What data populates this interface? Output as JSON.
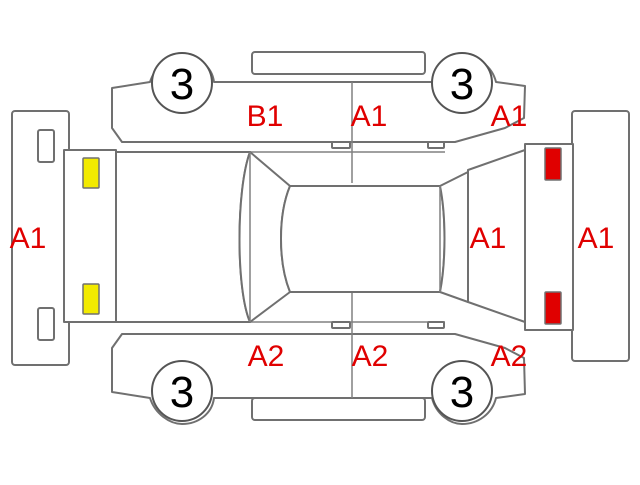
{
  "diagram": {
    "colors": {
      "line": "#707070",
      "mark_text": "#e00000",
      "front_lamp": "#f2ea00",
      "rear_lamp": "#e00000"
    },
    "tires": {
      "front_left": "3",
      "rear_left": "3",
      "front_right": "3",
      "rear_right": "3"
    },
    "marks": {
      "front_bumper": "A1",
      "rear_bumper": "A1",
      "roof_top_left": "B1",
      "roof_top_mid": "A1",
      "rear_quarter_top": "A1",
      "rear_window": "A1",
      "fender_bottom_left": "A2",
      "door_bottom_mid": "A2",
      "rear_quarter_bottom": "A2"
    }
  }
}
